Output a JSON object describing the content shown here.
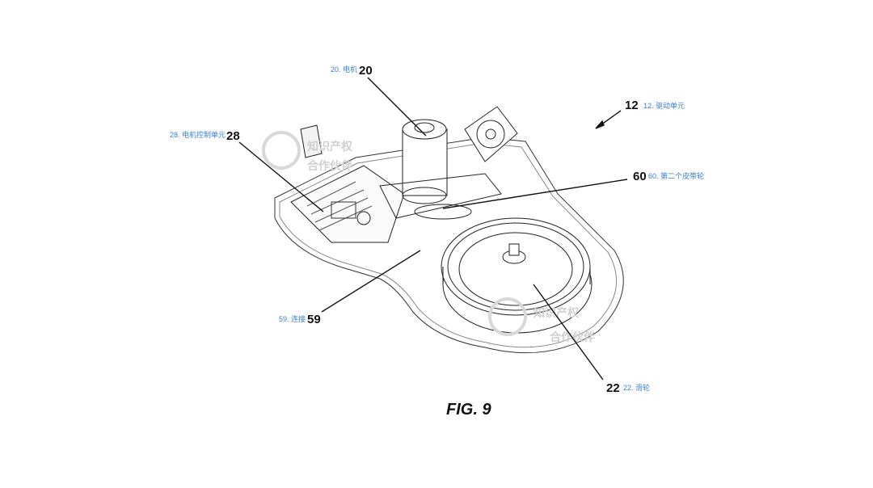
{
  "figure": {
    "caption": "FIG. 9"
  },
  "labels": [
    {
      "id": "20",
      "number": "20",
      "text": "20. 电机"
    },
    {
      "id": "28",
      "number": "28",
      "text": "28. 电机控制单元"
    },
    {
      "id": "12",
      "number": "12",
      "text": "12. 驱动单元"
    },
    {
      "id": "60",
      "number": "60",
      "text": "60. 第二个皮带轮"
    },
    {
      "id": "59",
      "number": "59",
      "text": "59. 连接"
    },
    {
      "id": "22",
      "number": "22",
      "text": "22. 滑轮"
    }
  ],
  "watermark": {
    "line1": "知识产权",
    "line2": "合作伙伴"
  },
  "colors": {
    "label": "#3a7fd0",
    "line": "#111111",
    "watermark": "#d0d0d0"
  }
}
